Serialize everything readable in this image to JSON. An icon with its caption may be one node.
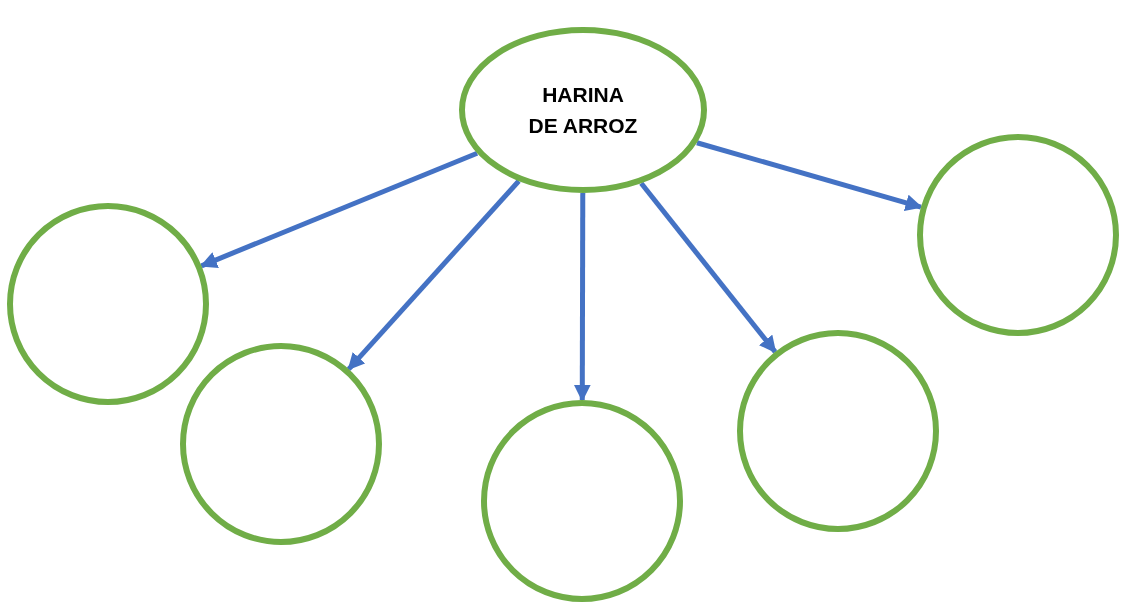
{
  "diagram": {
    "nodes": [
      {
        "text": [
          "HARINA DE ARROZ"
        ]
      },
      {
        "text": [],
        "shape": "circle"
      },
      {
        "text": [],
        "shape": "circle"
      },
      {
        "text": [],
        "shape": "circle"
      },
      {
        "text": [],
        "shape": "circle"
      },
      {
        "text": [],
        "shape": "circle"
      }
    ],
    "edges": [
      {
        "from": 0,
        "to": 1,
        "arrow": "to"
      },
      {
        "from": 0,
        "to": 2,
        "arrow": "to"
      },
      {
        "from": 0,
        "to": 3,
        "arrow": "to"
      },
      {
        "from": 0,
        "to": 4,
        "arrow": "to"
      },
      {
        "from": 0,
        "to": 5,
        "arrow": "to"
      }
    ]
  }
}
